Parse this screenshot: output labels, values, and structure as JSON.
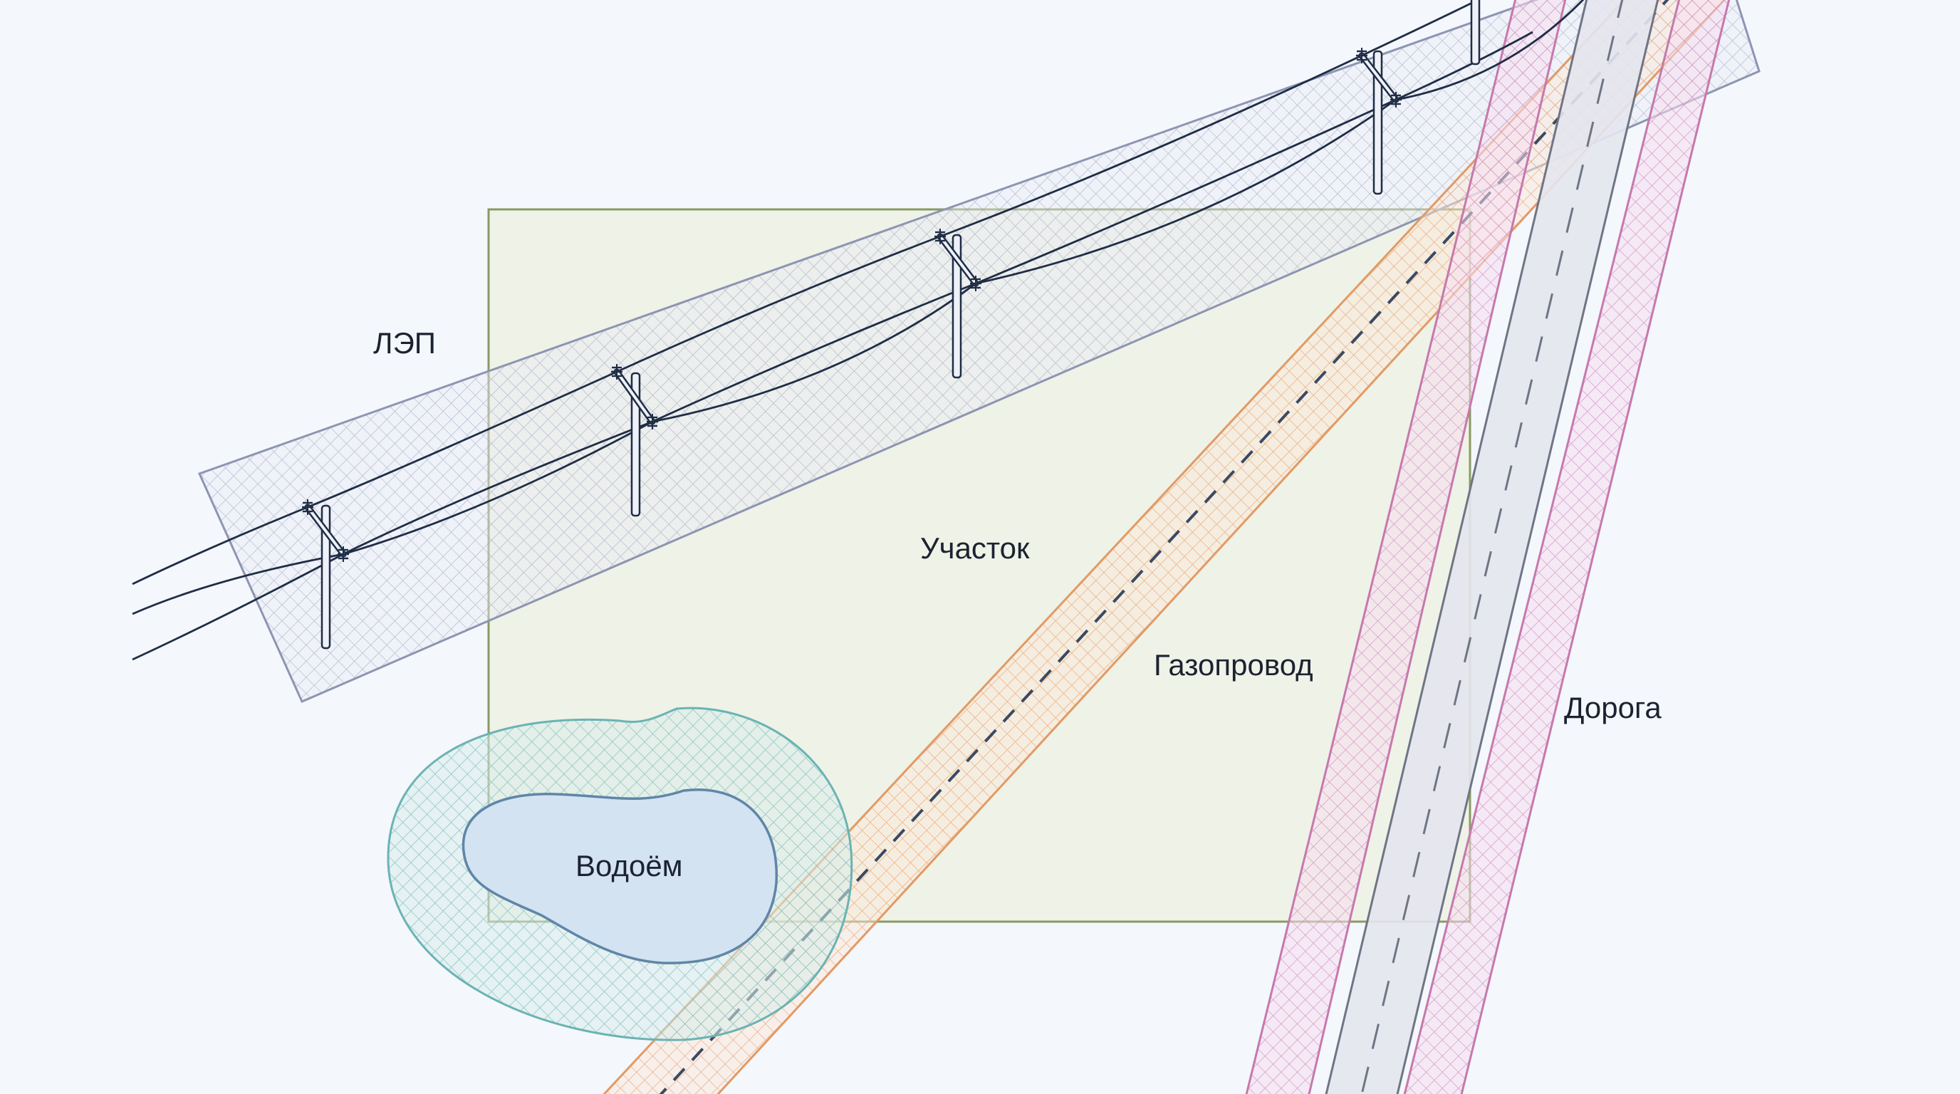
{
  "labels": {
    "power_line": "ЛЭП",
    "plot": "Участок",
    "gas_pipeline": "Газопровод",
    "road": "Дорога",
    "water_body": "Водоём"
  },
  "colors": {
    "background": "#f4f7fc",
    "power_line_zone": "#8e95b2",
    "wires": "#1f2d45",
    "plot_fill": "#eef1e4",
    "plot_stroke": "#8a9a62",
    "gas_zone": "#e29a64",
    "gas_pipe": "#3b4a62",
    "road_zone": "#c679ad",
    "road_surface": "#e4e6ee",
    "road_edge": "#6f7584",
    "water_zone": "#6bb3b3",
    "water_fill": "#d3e3f1",
    "water_stroke": "#5f86a8"
  },
  "icons": {
    "pole": "power-pole-icon",
    "insulator": "insulator-icon"
  }
}
